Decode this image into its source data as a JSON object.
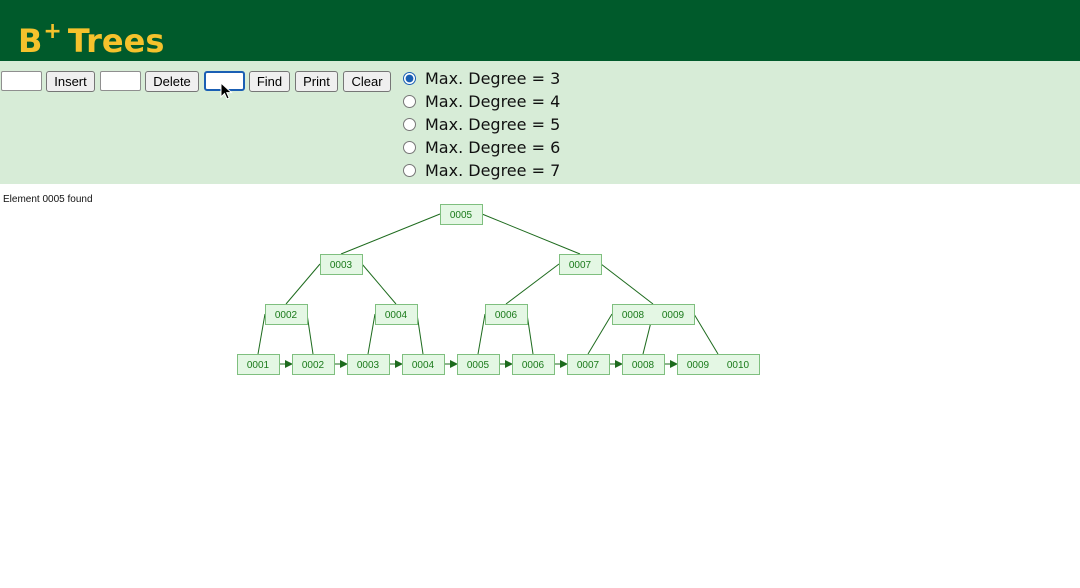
{
  "app": {
    "title_main": "B",
    "title_sup": "+",
    "title_rest": "Trees"
  },
  "toolbar": {
    "insert_value": "",
    "insert_label": "Insert",
    "delete_value": "",
    "delete_label": "Delete",
    "find_value": "",
    "find_label": "Find",
    "print_label": "Print",
    "clear_label": "Clear"
  },
  "degree_options": [
    {
      "label": "Max. Degree = 3",
      "checked": true
    },
    {
      "label": "Max. Degree = 4",
      "checked": false
    },
    {
      "label": "Max. Degree = 5",
      "checked": false
    },
    {
      "label": "Max. Degree = 6",
      "checked": false
    },
    {
      "label": "Max. Degree = 7",
      "checked": false
    }
  ],
  "status": {
    "message": "Element 0005 found"
  },
  "tree": {
    "colors": {
      "edge": "#1e6b1e",
      "node_fill": "#e4f7e4",
      "node_border": "#7fbf7f",
      "text": "#1a7a1a"
    },
    "levels": [
      [
        {
          "keys": [
            "0005"
          ]
        }
      ],
      [
        {
          "keys": [
            "0003"
          ]
        },
        {
          "keys": [
            "0007"
          ]
        }
      ],
      [
        {
          "keys": [
            "0002"
          ]
        },
        {
          "keys": [
            "0004"
          ]
        },
        {
          "keys": [
            "0006"
          ]
        },
        {
          "keys": [
            "0008",
            "0009"
          ]
        }
      ],
      [
        {
          "keys": [
            "0001"
          ]
        },
        {
          "keys": [
            "0002"
          ]
        },
        {
          "keys": [
            "0003"
          ]
        },
        {
          "keys": [
            "0004"
          ]
        },
        {
          "keys": [
            "0005"
          ]
        },
        {
          "keys": [
            "0006"
          ]
        },
        {
          "keys": [
            "0007"
          ]
        },
        {
          "keys": [
            "0008"
          ]
        },
        {
          "keys": [
            "0009",
            "0010"
          ]
        }
      ]
    ],
    "children": [
      [
        [
          0,
          1
        ]
      ],
      [
        [
          0,
          1
        ],
        [
          2,
          3
        ]
      ],
      [
        [
          0,
          1
        ],
        [
          2,
          3
        ],
        [
          4,
          5
        ],
        [
          6,
          7,
          8
        ]
      ]
    ]
  }
}
